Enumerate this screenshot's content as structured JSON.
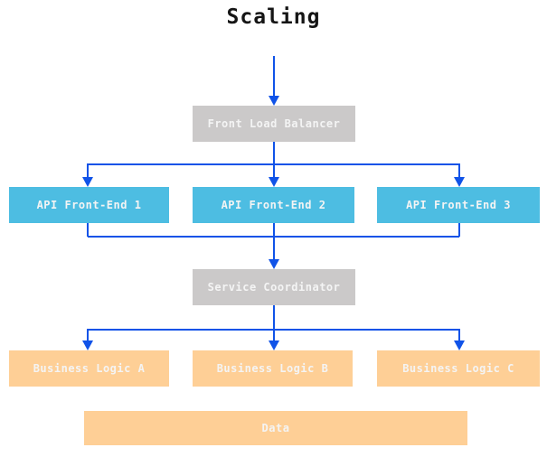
{
  "title": "Scaling",
  "colors": {
    "arrow": "#1053e8",
    "node_gray": "#cbc9c9",
    "node_cyan": "#4dbde2",
    "node_orange": "#fecf96",
    "node_text": "#f4f4f4",
    "title_text": "#151515"
  },
  "nodes": {
    "front_load_balancer": {
      "label": "Front Load Balancer",
      "kind": "gray"
    },
    "api_front_end_1": {
      "label": "API Front-End 1",
      "kind": "cyan"
    },
    "api_front_end_2": {
      "label": "API Front-End 2",
      "kind": "cyan"
    },
    "api_front_end_3": {
      "label": "API Front-End 3",
      "kind": "cyan"
    },
    "service_coordinator": {
      "label": "Service Coordinator",
      "kind": "gray"
    },
    "business_logic_a": {
      "label": "Business Logic A",
      "kind": "orange"
    },
    "business_logic_b": {
      "label": "Business Logic B",
      "kind": "orange"
    },
    "business_logic_c": {
      "label": "Business Logic C",
      "kind": "orange"
    },
    "data": {
      "label": "Data",
      "kind": "orange"
    }
  },
  "edges": [
    {
      "from": "incoming-traffic",
      "to": "Front Load Balancer"
    },
    {
      "from": "Front Load Balancer",
      "to": "API Front-End 1"
    },
    {
      "from": "Front Load Balancer",
      "to": "API Front-End 2"
    },
    {
      "from": "Front Load Balancer",
      "to": "API Front-End 3"
    },
    {
      "from": "API Front-End 1",
      "to": "Service Coordinator"
    },
    {
      "from": "API Front-End 2",
      "to": "Service Coordinator"
    },
    {
      "from": "API Front-End 3",
      "to": "Service Coordinator"
    },
    {
      "from": "Service Coordinator",
      "to": "Business Logic A"
    },
    {
      "from": "Service Coordinator",
      "to": "Business Logic B"
    },
    {
      "from": "Service Coordinator",
      "to": "Business Logic C"
    }
  ]
}
